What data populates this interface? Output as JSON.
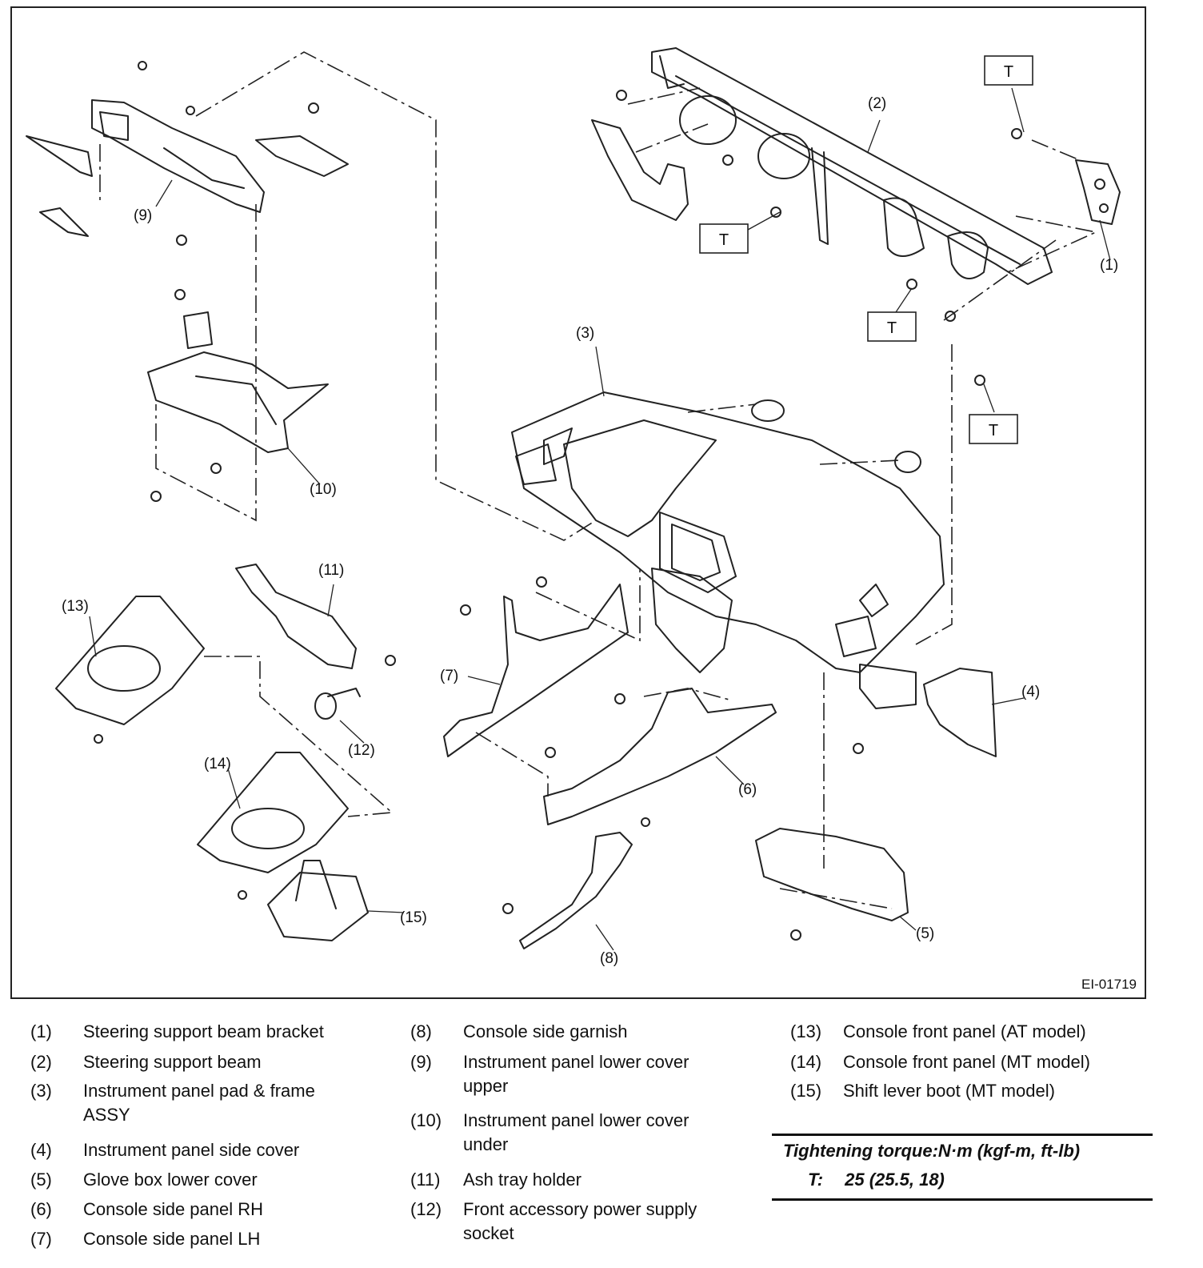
{
  "figure": {
    "id": "EI-01719",
    "torque_marker": "T",
    "callouts": [
      "(1)",
      "(2)",
      "(3)",
      "(4)",
      "(5)",
      "(6)",
      "(7)",
      "(8)",
      "(9)",
      "(10)",
      "(11)",
      "(12)",
      "(13)",
      "(14)",
      "(15)"
    ]
  },
  "legend": [
    {
      "num": "(1)",
      "text": "Steering support beam bracket"
    },
    {
      "num": "(2)",
      "text": "Steering support beam"
    },
    {
      "num": "(3)",
      "text": "Instrument panel pad & frame ASSY"
    },
    {
      "num": "(4)",
      "text": "Instrument panel side cover"
    },
    {
      "num": "(5)",
      "text": "Glove box lower cover"
    },
    {
      "num": "(6)",
      "text": "Console side panel RH"
    },
    {
      "num": "(7)",
      "text": "Console side panel LH"
    },
    {
      "num": "(8)",
      "text": "Console side garnish"
    },
    {
      "num": "(9)",
      "text": "Instrument panel lower cover upper"
    },
    {
      "num": "(10)",
      "text": "Instrument panel lower cover under"
    },
    {
      "num": "(11)",
      "text": "Ash tray holder"
    },
    {
      "num": "(12)",
      "text": "Front accessory power supply socket"
    },
    {
      "num": "(13)",
      "text": "Console front panel (AT model)"
    },
    {
      "num": "(14)",
      "text": "Console front panel (MT model)"
    },
    {
      "num": "(15)",
      "text": "Shift lever boot (MT model)"
    }
  ],
  "torque": {
    "title": "Tightening torque:N·m (kgf-m, ft-lb)",
    "label": "T:",
    "value": "25 (25.5, 18)"
  }
}
